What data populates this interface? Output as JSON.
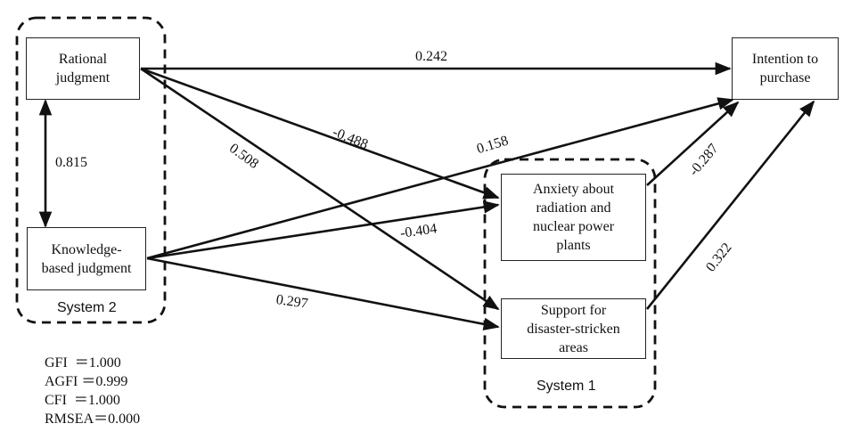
{
  "diagram": {
    "type": "path-diagram (SEM)",
    "groups": [
      {
        "id": "system2",
        "label": "System 2"
      },
      {
        "id": "system1",
        "label": "System 1"
      }
    ],
    "nodes": {
      "rational": "Rational judgment",
      "knowledge": "Knowledge-based judgment",
      "intention": "Intention to purchase",
      "anxiety": "Anxiety about radiation and nuclear power plants",
      "support": "Support for disaster-stricken areas"
    },
    "node_lines": {
      "rational": [
        "Rational",
        "judgment"
      ],
      "knowledge": [
        "Knowledge-",
        "based judgment"
      ],
      "intention": [
        "Intention to",
        "purchase"
      ],
      "anxiety": [
        "Anxiety about",
        "radiation and",
        "nuclear power",
        "plants"
      ],
      "support": [
        "Support for",
        "disaster-stricken",
        "areas"
      ]
    },
    "edges": [
      {
        "from": "rational",
        "to": "knowledge",
        "bidirectional": true,
        "coef": "0.815"
      },
      {
        "from": "rational",
        "to": "intention",
        "coef": "0.242"
      },
      {
        "from": "rational",
        "to": "anxiety",
        "coef": "-0.488"
      },
      {
        "from": "rational",
        "to": "support",
        "coef": "0.508"
      },
      {
        "from": "knowledge",
        "to": "intention",
        "coef": "0.158"
      },
      {
        "from": "knowledge",
        "to": "anxiety",
        "coef": "-0.404"
      },
      {
        "from": "knowledge",
        "to": "support",
        "coef": "0.297"
      },
      {
        "from": "anxiety",
        "to": "intention",
        "coef": "-0.287"
      },
      {
        "from": "support",
        "to": "intention",
        "coef": "0.322"
      }
    ],
    "fit_indices": [
      {
        "name": "GFI",
        "sep": "  ＝",
        "value": "1.000"
      },
      {
        "name": "AGFI",
        "sep": " ＝",
        "value": "0.999"
      },
      {
        "name": "CFI",
        "sep": "  ＝",
        "value": "1.000"
      },
      {
        "name": "RMSEA",
        "sep": "＝",
        "value": "0.000"
      }
    ]
  }
}
